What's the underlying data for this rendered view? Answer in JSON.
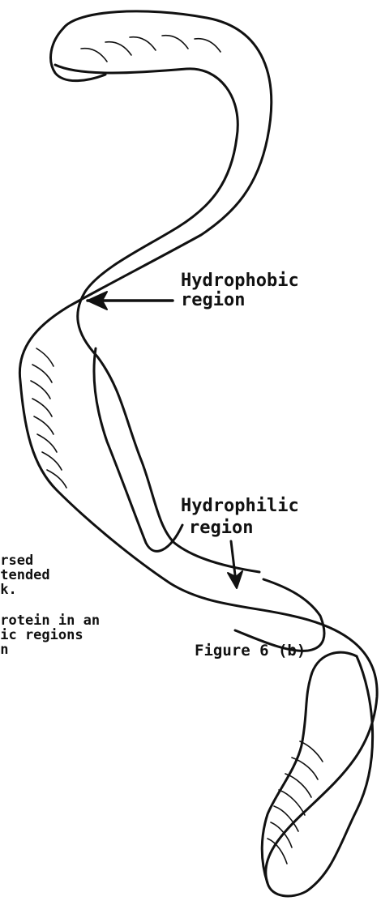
{
  "labels": {
    "hydrophobic_line1": "Hydrophobic",
    "hydrophobic_line2": "region",
    "hydrophilic_line1": "Hydrophilic",
    "hydrophilic_line2": "region"
  },
  "caption": {
    "line1": "ersed",
    "line2": "xtended",
    "line3": "ck.",
    "line4": "protein in an",
    "line5": "bic regions",
    "line6": "in",
    "figure_label": "Figure 6 (b)"
  },
  "colors": {
    "ink": "#111111",
    "background": "#ffffff"
  }
}
